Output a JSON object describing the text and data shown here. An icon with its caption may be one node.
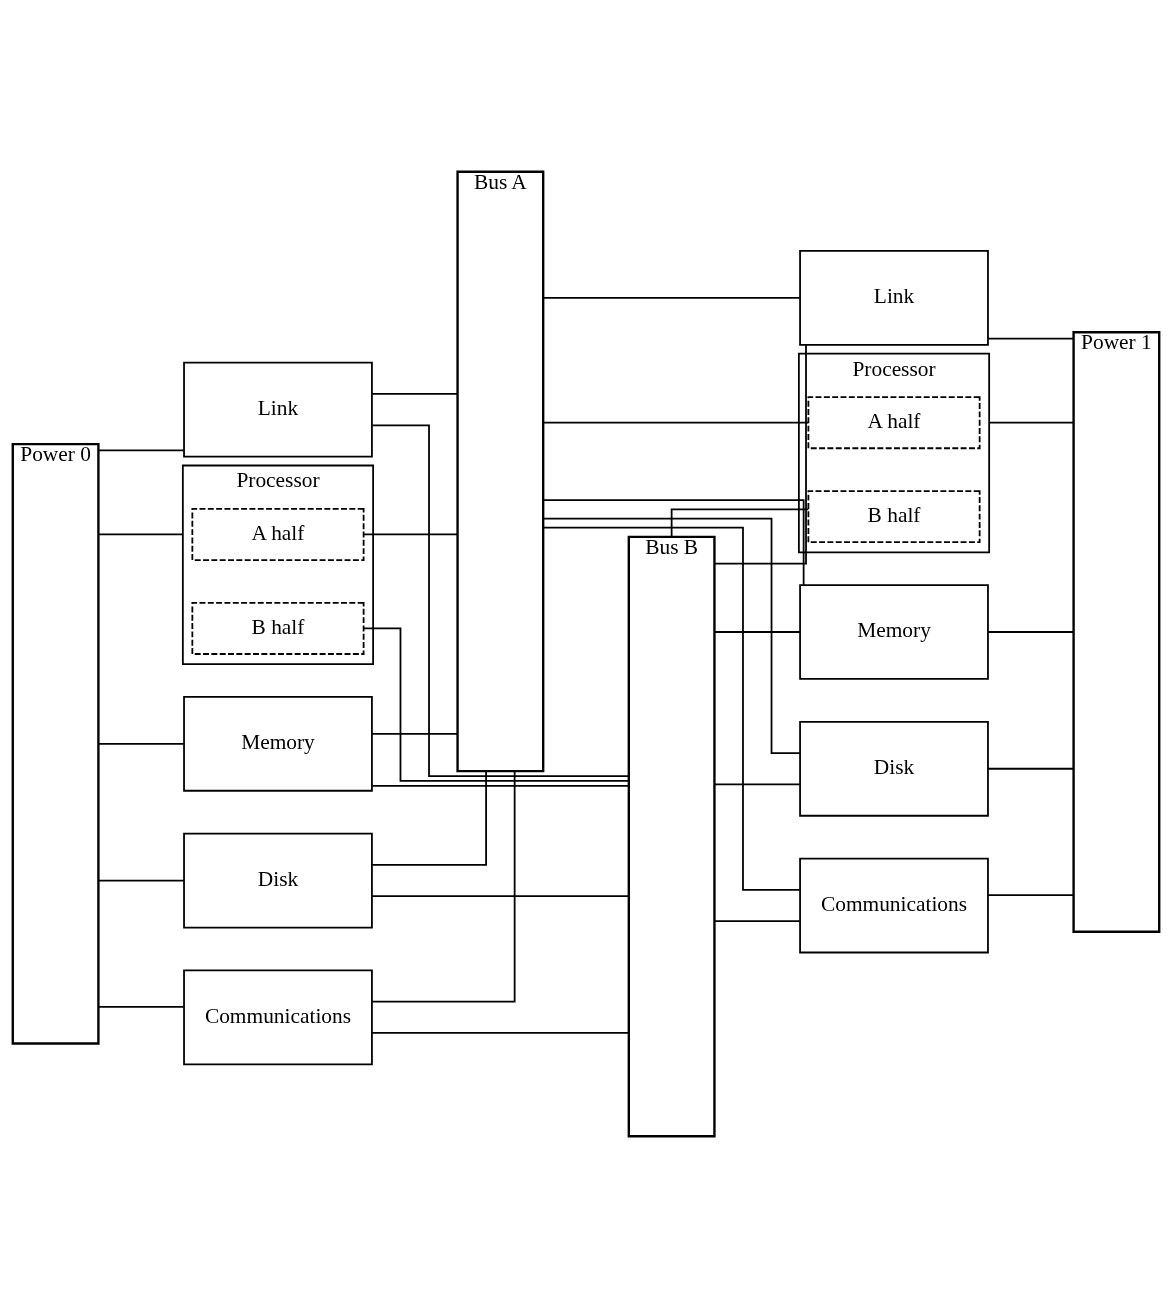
{
  "diagram": {
    "nodes": [
      {
        "text": [
          "Power 0"
        ]
      },
      {
        "text": [
          "Bus A"
        ]
      },
      {
        "text": [
          "Bus B"
        ]
      },
      {
        "text": [
          "Power 1"
        ]
      },
      {
        "text": [
          "Processor"
        ]
      },
      {
        "text": [
          "B half"
        ],
        "in": 4
      },
      {
        "text": [
          "A half"
        ],
        "in": 4
      },
      {
        "text": [
          "Memory"
        ]
      },
      {
        "text": [
          "Disk"
        ]
      },
      {
        "text": [
          "Communications"
        ]
      },
      {
        "text": [
          "Link"
        ]
      },
      {
        "text": [
          "Processor"
        ]
      },
      {
        "text": [
          "B half"
        ],
        "in": 11
      },
      {
        "text": [
          "A half"
        ],
        "in": 11
      },
      {
        "text": [
          "Memory"
        ]
      },
      {
        "text": [
          "Disk"
        ]
      },
      {
        "text": [
          "Communications"
        ]
      },
      {
        "text": [
          "Link"
        ]
      }
    ],
    "edges": [
      {
        "from": 0,
        "to": 4,
        "arrow": "none"
      },
      {
        "from": 5,
        "to": 2,
        "arrow": "none"
      },
      {
        "from": 6,
        "to": 1,
        "arrow": "none"
      },
      {
        "from": 0,
        "to": 7,
        "arrow": "none"
      },
      {
        "from": 7,
        "to": 2,
        "arrow": "none"
      },
      {
        "from": 7,
        "to": 1,
        "arrow": "none"
      },
      {
        "from": 0,
        "to": 8,
        "arrow": "none"
      },
      {
        "from": 8,
        "to": 2,
        "arrow": "none"
      },
      {
        "from": 8,
        "to": 1,
        "arrow": "none"
      },
      {
        "from": 0,
        "to": 9,
        "arrow": "none"
      },
      {
        "from": 9,
        "to": 2,
        "arrow": "none"
      },
      {
        "from": 9,
        "to": 1,
        "arrow": "none"
      },
      {
        "from": 0,
        "to": 10,
        "arrow": "none"
      },
      {
        "from": 10,
        "to": 2,
        "arrow": "none"
      },
      {
        "from": 10,
        "to": 1,
        "arrow": "none"
      },
      {
        "from": 2,
        "to": 12,
        "arrow": "none"
      },
      {
        "from": 1,
        "to": 13,
        "arrow": "none"
      },
      {
        "from": 11,
        "to": 3,
        "arrow": "none"
      },
      {
        "from": 2,
        "to": 14,
        "arrow": "none"
      },
      {
        "from": 1,
        "to": 14,
        "arrow": "none"
      },
      {
        "from": 14,
        "to": 3,
        "arrow": "none"
      },
      {
        "from": 2,
        "to": 15,
        "arrow": "none"
      },
      {
        "from": 1,
        "to": 15,
        "arrow": "none"
      },
      {
        "from": 15,
        "to": 3,
        "arrow": "none"
      },
      {
        "from": 2,
        "to": 16,
        "arrow": "none"
      },
      {
        "from": 1,
        "to": 16,
        "arrow": "none"
      },
      {
        "from": 16,
        "to": 3,
        "arrow": "none"
      },
      {
        "from": 2,
        "to": 17,
        "arrow": "none"
      },
      {
        "from": 1,
        "to": 17,
        "arrow": "none"
      },
      {
        "from": 17,
        "to": 3,
        "arrow": "none"
      }
    ]
  }
}
